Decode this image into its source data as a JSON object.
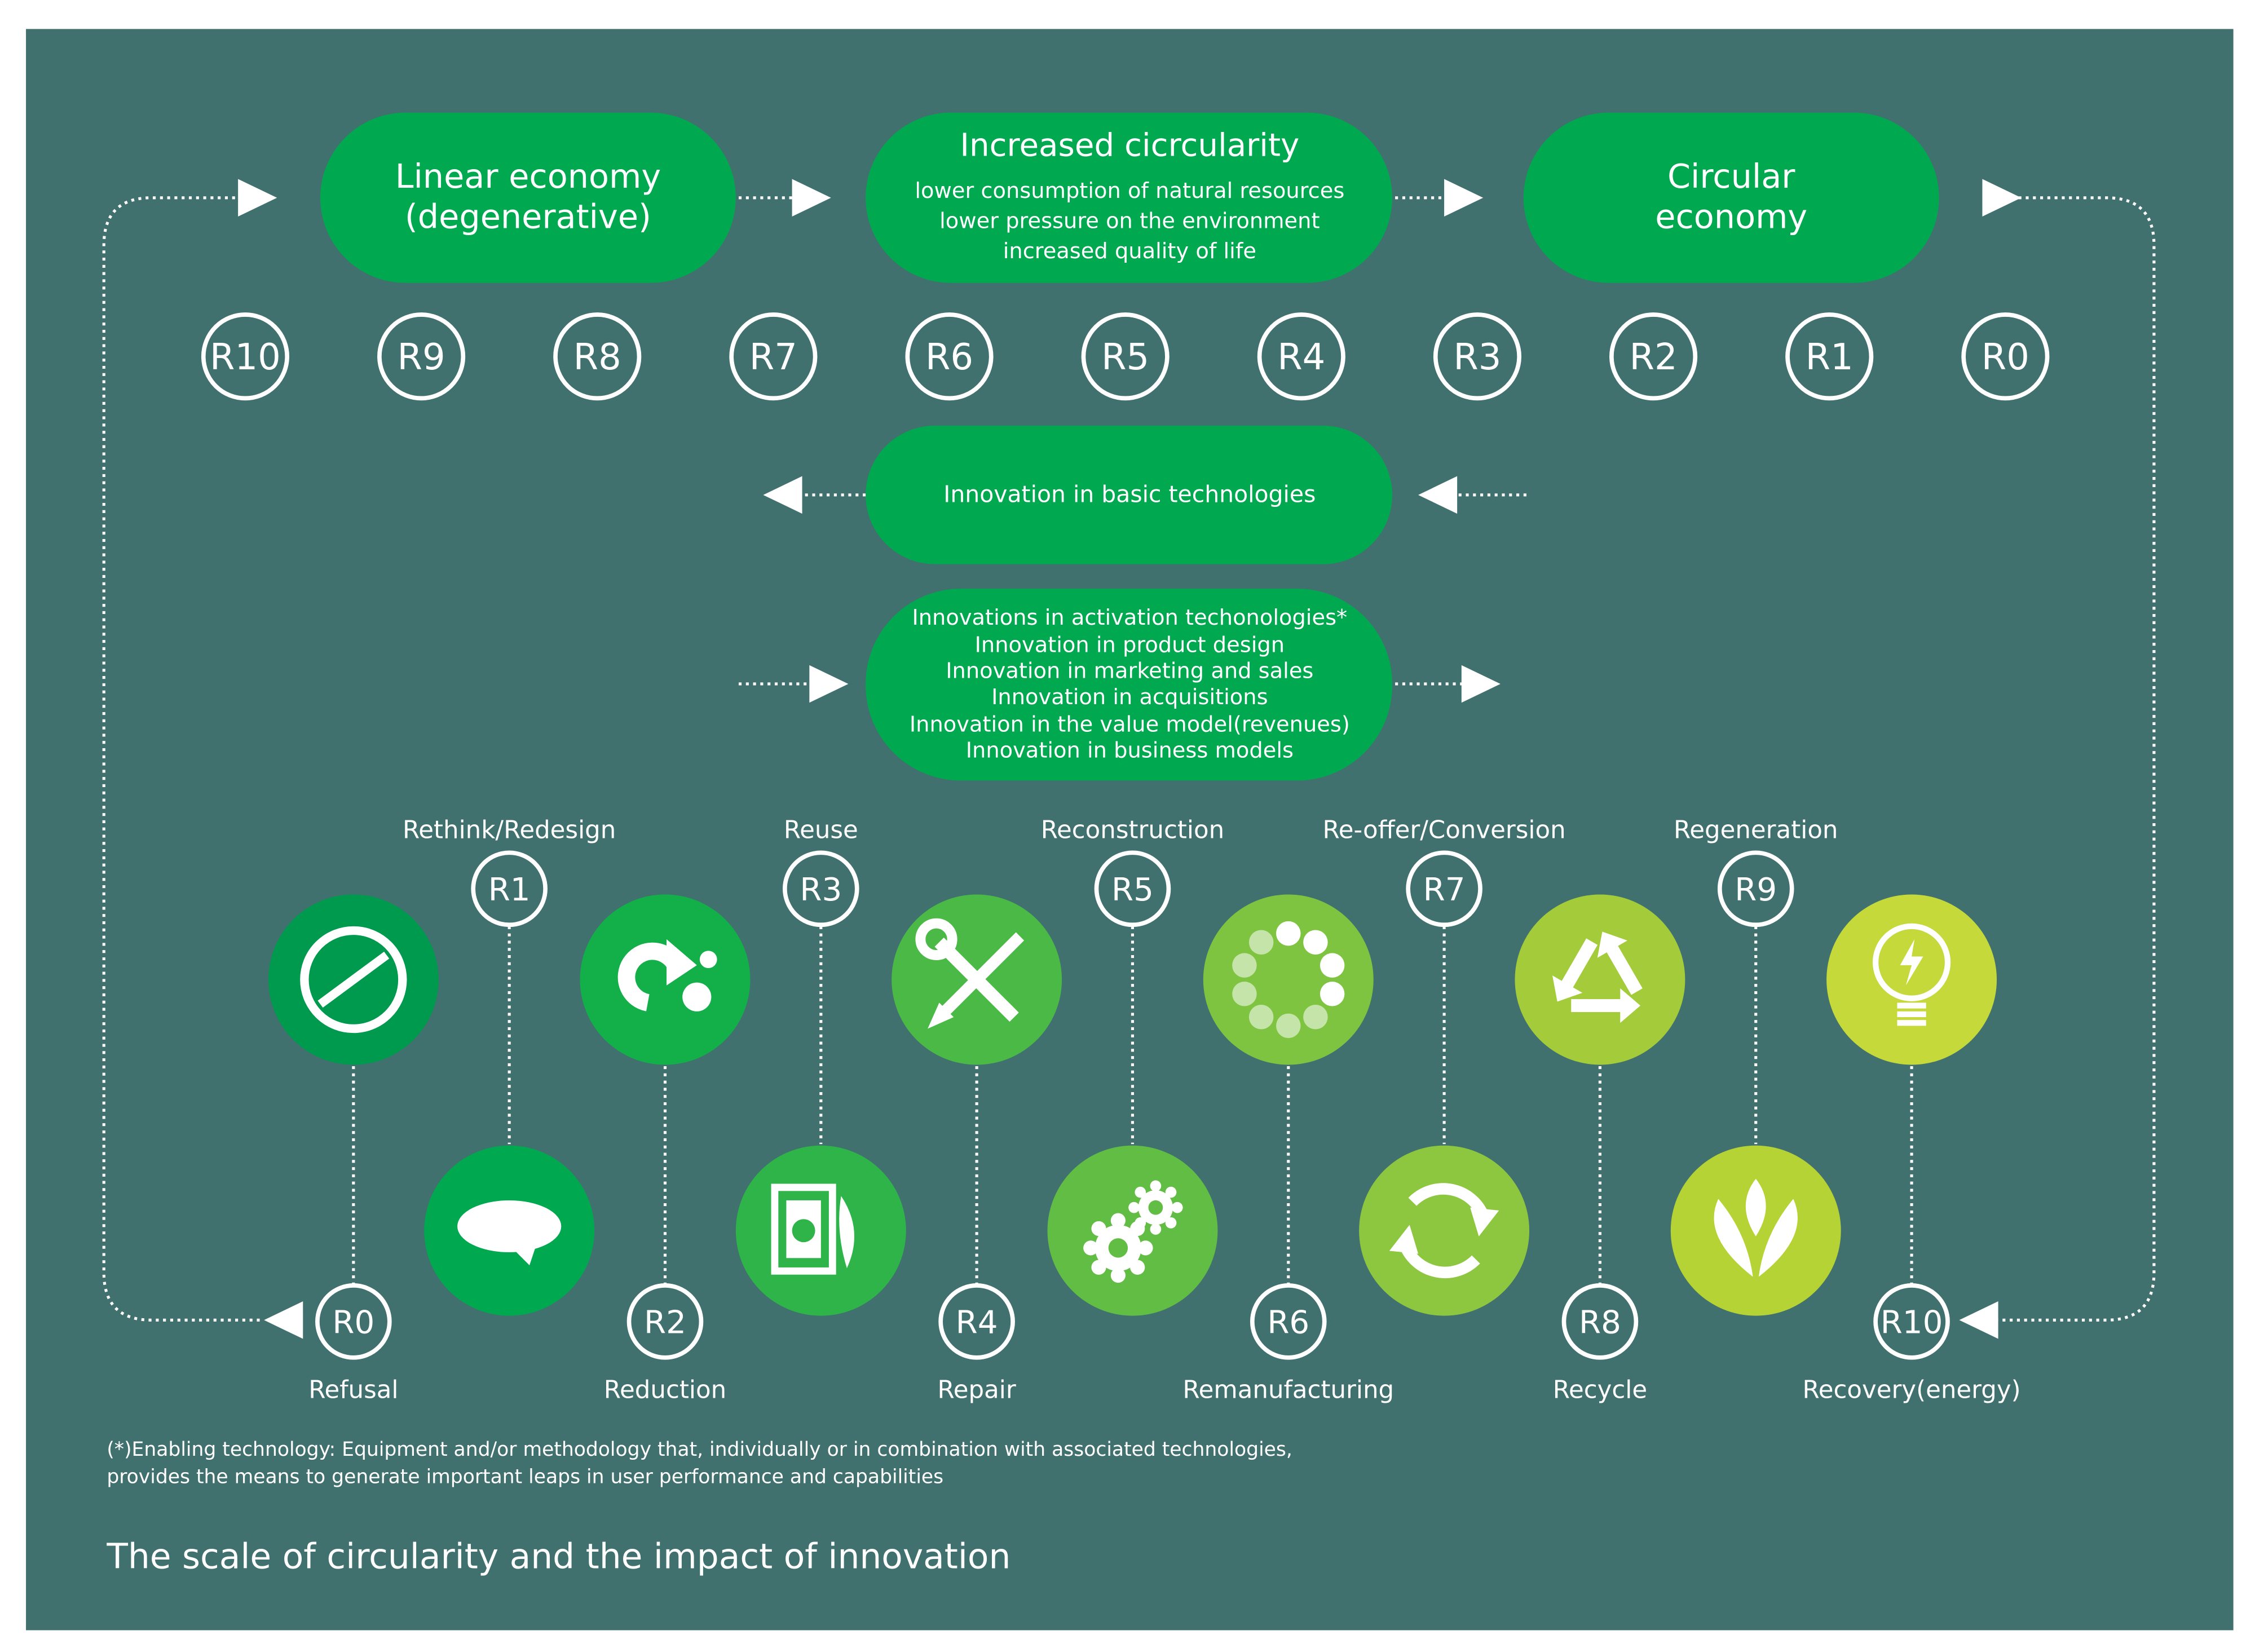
{
  "colors": {
    "background": "#41716f",
    "pill": "#00a94f",
    "white": "#ffffff",
    "icon_greens": [
      "#009a4e",
      "#00a94f",
      "#13b04a",
      "#2eb448",
      "#4ab946",
      "#62bd44",
      "#7ec441",
      "#8dc63f",
      "#a3cb3a",
      "#b5d334",
      "#c5d93a"
    ]
  },
  "top_flow": {
    "linear": {
      "line1": "Linear economy",
      "line2": "(degenerative)"
    },
    "increased": {
      "title": "Increased cicrcularity",
      "lines": [
        "lower consumption of natural resources",
        "lower pressure on the environment",
        "increased quality of life"
      ]
    },
    "circular": {
      "line1": "Circular",
      "line2": "economy"
    }
  },
  "r_scale": [
    "R10",
    "R9",
    "R8",
    "R7",
    "R6",
    "R5",
    "R4",
    "R3",
    "R2",
    "R1",
    "R0"
  ],
  "basic_tech": {
    "label": "Innovation in basic technologies"
  },
  "activation": {
    "lines": [
      "Innovations in activation techonologies*",
      "Innovation in product design",
      "Innovation in marketing and sales",
      "Innovation in acquisitions",
      "Innovation in the value model(revenues)",
      "Innovation in business models"
    ]
  },
  "strategies": [
    {
      "code": "R0",
      "label": "Refusal",
      "icon": "no-entry-icon"
    },
    {
      "code": "R1",
      "label": "Rethink/Redesign",
      "icon": "speech-bubble-icon"
    },
    {
      "code": "R2",
      "label": "Reduction",
      "icon": "share-arrow-icon"
    },
    {
      "code": "R3",
      "label": "Reuse",
      "icon": "phone-reuse-icon"
    },
    {
      "code": "R4",
      "label": "Repair",
      "icon": "wrench-screwdriver-icon"
    },
    {
      "code": "R5",
      "label": "Reconstruction",
      "icon": "gears-icon"
    },
    {
      "code": "R6",
      "label": "Remanufacturing",
      "icon": "dots-circle-icon"
    },
    {
      "code": "R7",
      "label": "Re-offer/Conversion",
      "icon": "refresh-arrows-icon"
    },
    {
      "code": "R8",
      "label": "Recycle",
      "icon": "recycle-icon"
    },
    {
      "code": "R9",
      "label": "Regeneration",
      "icon": "leaf-sprout-icon"
    },
    {
      "code": "R10",
      "label": "Recovery(energy)",
      "icon": "light-bulb-icon"
    }
  ],
  "footnote": {
    "line1": "(*)Enabling technology: Equipment and/or methodology that, individually or in combination with associated technologies,",
    "line2": "provides the means to generate important leaps in user performance and capabilities"
  },
  "title": "The scale of circularity and the impact of innovation"
}
